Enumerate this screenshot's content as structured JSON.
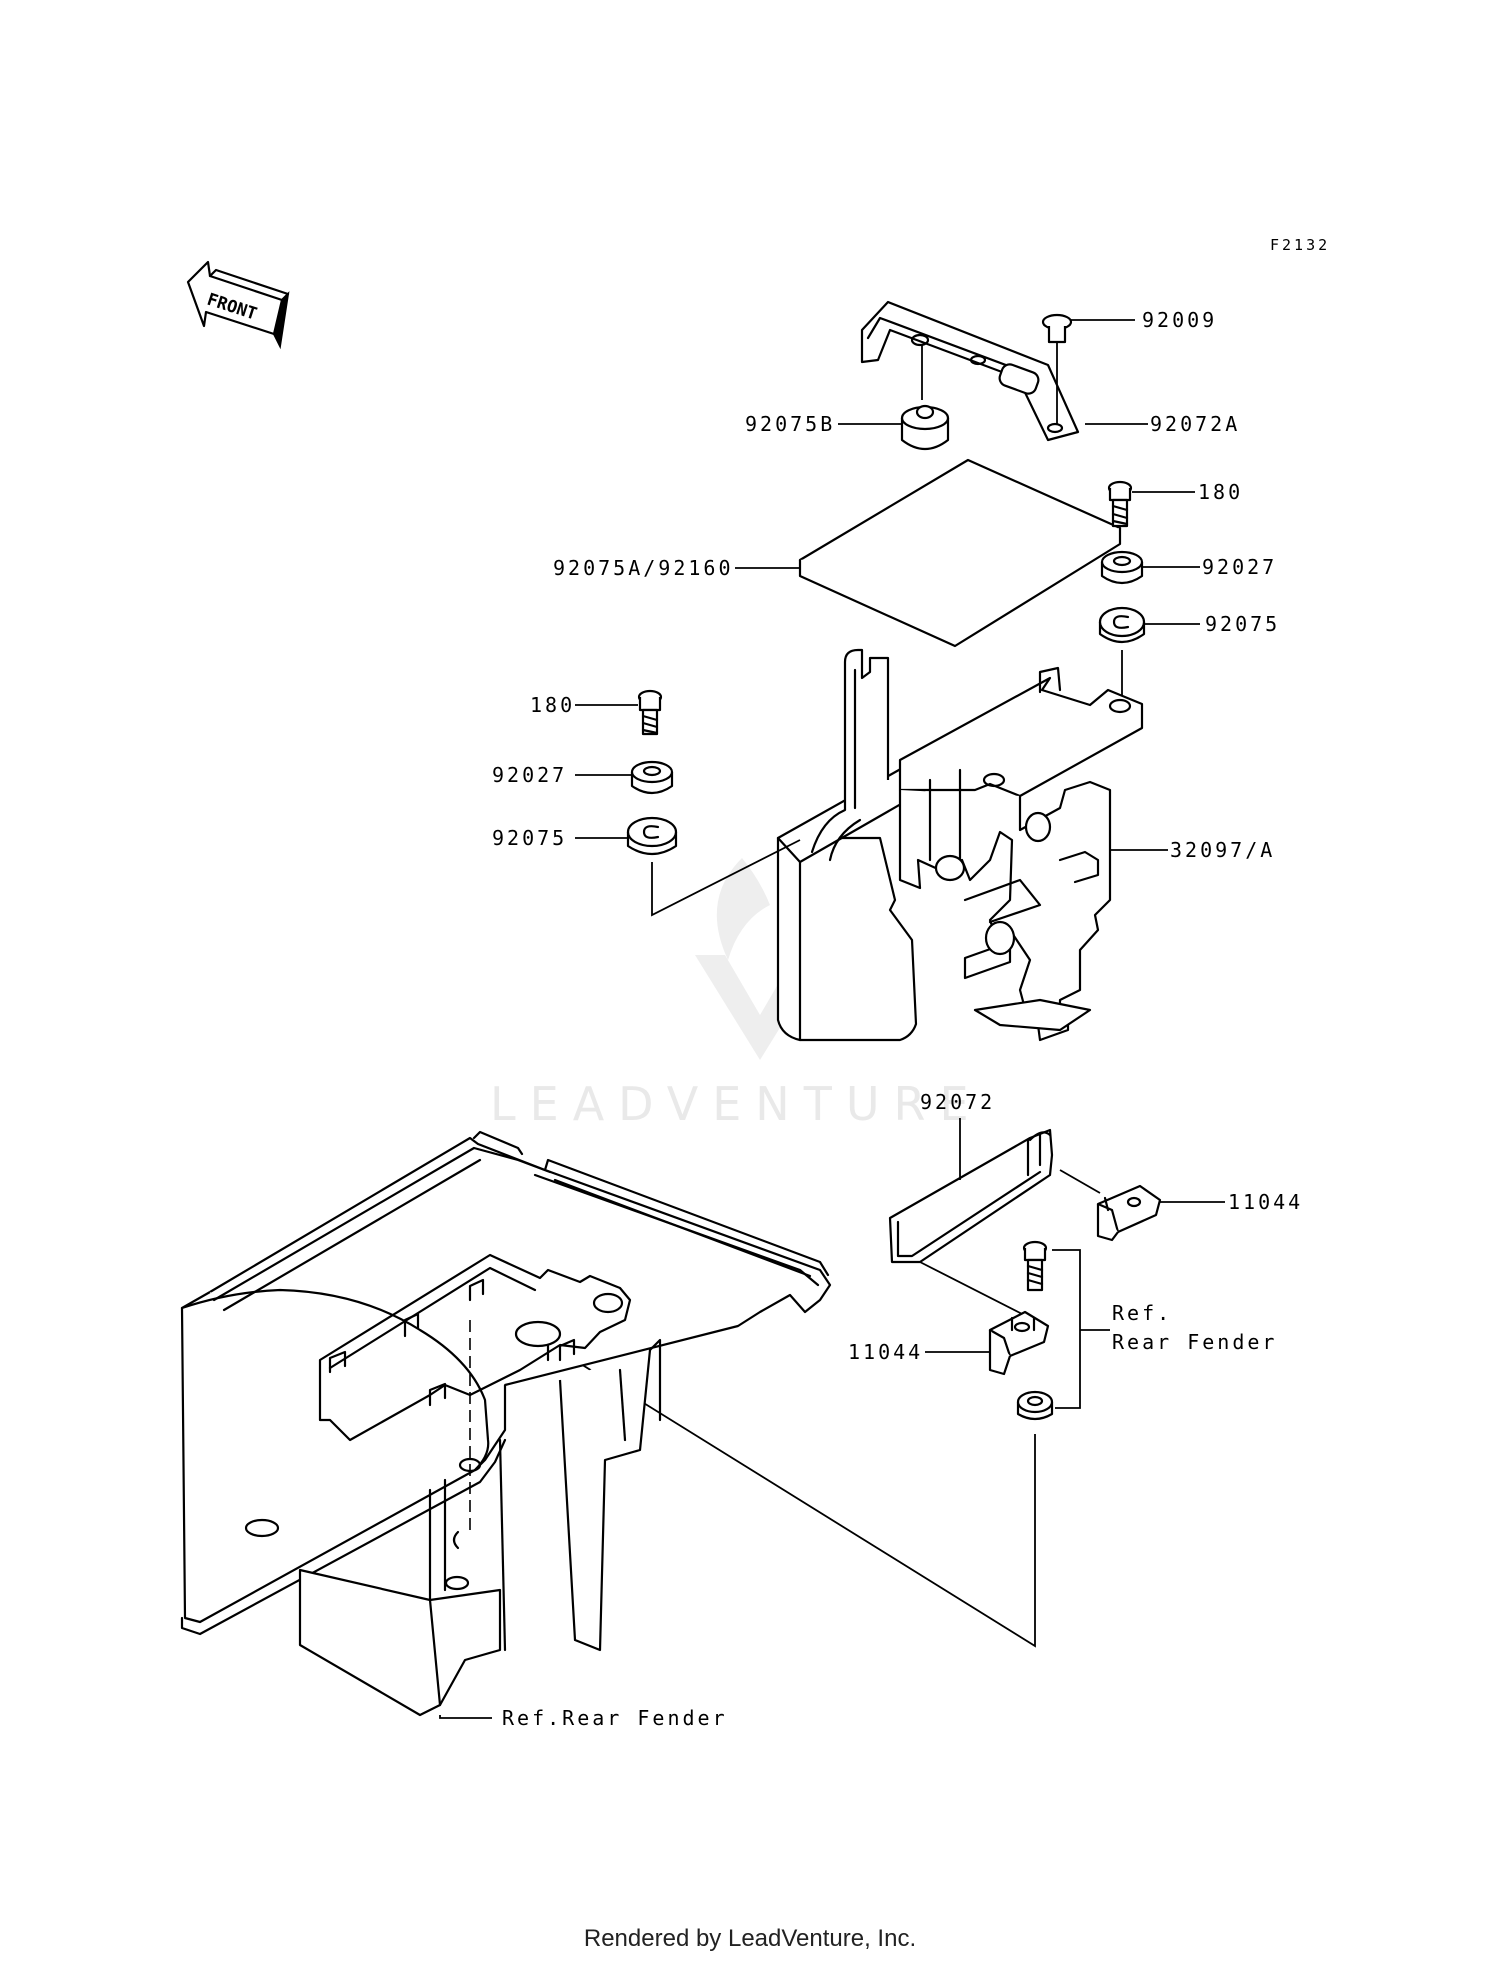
{
  "figure_code": "F2132",
  "front_arrow_label": "FRONT",
  "watermark_text": "LEADVENTURE",
  "footer_text": "Rendered by LeadVenture, Inc.",
  "callouts": [
    {
      "id": "92009",
      "text": "92009"
    },
    {
      "id": "92072A",
      "text": "92072A"
    },
    {
      "id": "92075B",
      "text": "92075B"
    },
    {
      "id": "180-right",
      "text": "180"
    },
    {
      "id": "92075A-92160",
      "text": "92075A/92160"
    },
    {
      "id": "92027-right",
      "text": "92027"
    },
    {
      "id": "92075-right",
      "text": "92075"
    },
    {
      "id": "180-left",
      "text": "180"
    },
    {
      "id": "92027-left",
      "text": "92027"
    },
    {
      "id": "92075-left",
      "text": "92075"
    },
    {
      "id": "32097A",
      "text": "32097/A"
    },
    {
      "id": "92072",
      "text": "92072"
    },
    {
      "id": "11044-right",
      "text": "11044"
    },
    {
      "id": "11044-left",
      "text": "11044"
    },
    {
      "id": "ref-line1",
      "text": "Ref."
    },
    {
      "id": "ref-line2",
      "text": "Rear Fender"
    },
    {
      "id": "ref-rear-fender-bottom",
      "text": "Ref.Rear Fender"
    }
  ],
  "colors": {
    "line": "#000000",
    "background": "#ffffff",
    "watermark": "#e9e9e9"
  }
}
